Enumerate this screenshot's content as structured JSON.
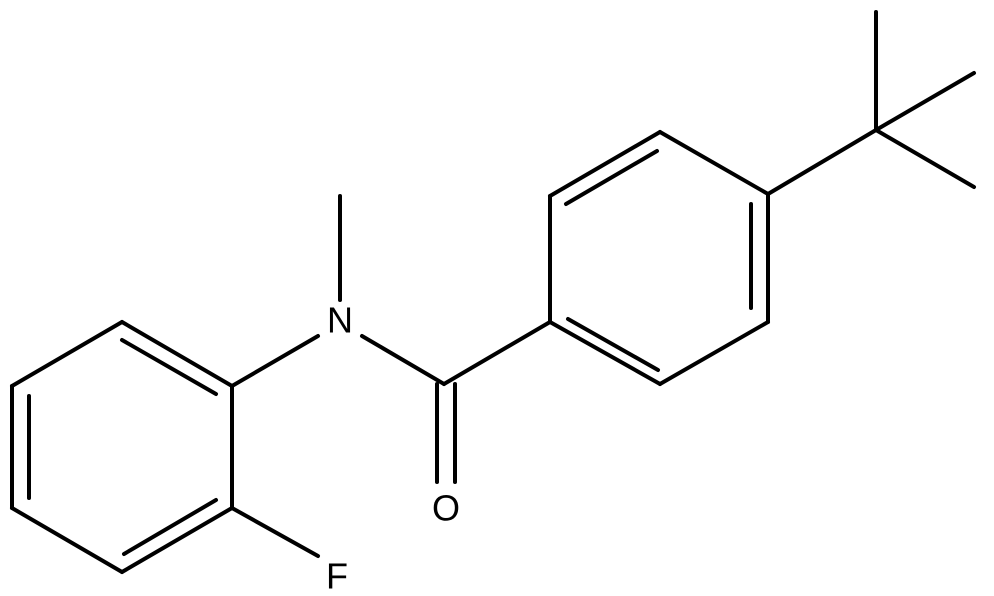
{
  "molecule": {
    "atoms": {
      "nitrogen": "N",
      "oxygen": "O",
      "fluorine": "F"
    }
  },
  "colors": {
    "background": "#ffffff",
    "ink": "#000000"
  }
}
